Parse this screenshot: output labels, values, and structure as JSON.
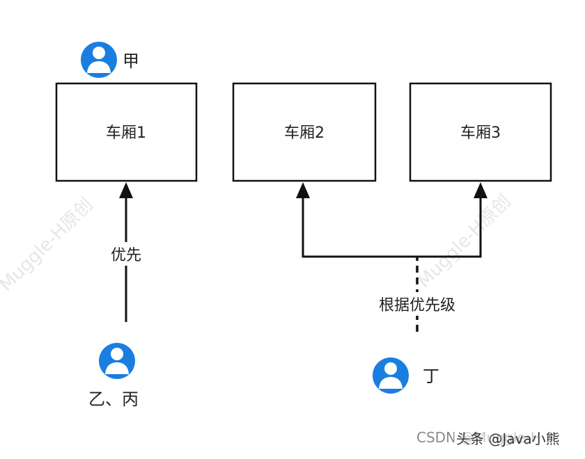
{
  "diagram": {
    "boxes": [
      {
        "id": "car1",
        "label": "车厢1"
      },
      {
        "id": "car2",
        "label": "车厢2"
      },
      {
        "id": "car3",
        "label": "车厢3"
      }
    ],
    "people": {
      "jia": {
        "label": "甲",
        "icon": "user-avatar-icon"
      },
      "yi_bing": {
        "label": "乙、丙",
        "icon": "user-avatar-icon"
      },
      "ding": {
        "label": "丁",
        "icon": "user-avatar-icon"
      }
    },
    "edges": {
      "priority": {
        "label": "优先"
      },
      "by_priority_level": {
        "label": "根据优先级"
      }
    },
    "colors": {
      "avatar": "#1a7ee0",
      "line": "#111111"
    }
  },
  "watermarks": {
    "left": "Muggle-H原创",
    "right": "Muggle-H原创"
  },
  "footer": {
    "left_text": "CSDN @Muggle-H",
    "right_text": "头条 @Java小熊"
  }
}
